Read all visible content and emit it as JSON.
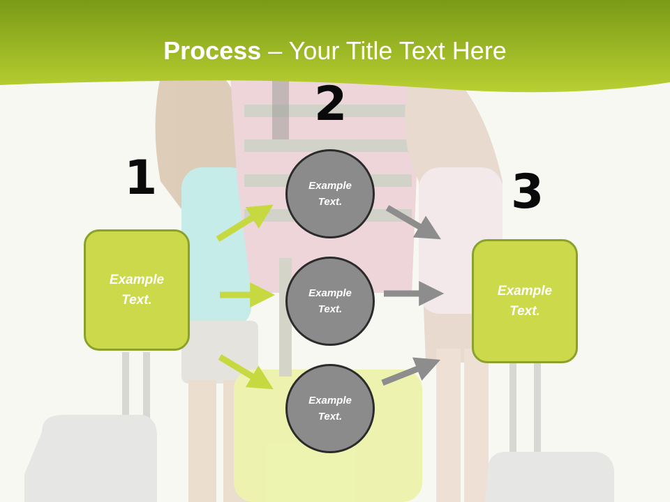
{
  "title": {
    "strong": "Process",
    "rest": " – Your Title Text Here"
  },
  "steps": {
    "one": {
      "number": "1",
      "text": "Example Text."
    },
    "two": {
      "number": "2"
    },
    "three": {
      "number": "3",
      "text": "Example Text."
    }
  },
  "circles": [
    {
      "text": "Example Text."
    },
    {
      "text": "Example Text."
    },
    {
      "text": "Example Text."
    }
  ],
  "colors": {
    "accent_green": "#cbd94a",
    "header_green": "#a5c12a",
    "circle_gray": "#8b8b8b",
    "arrow_gray": "#8d8d8d"
  }
}
